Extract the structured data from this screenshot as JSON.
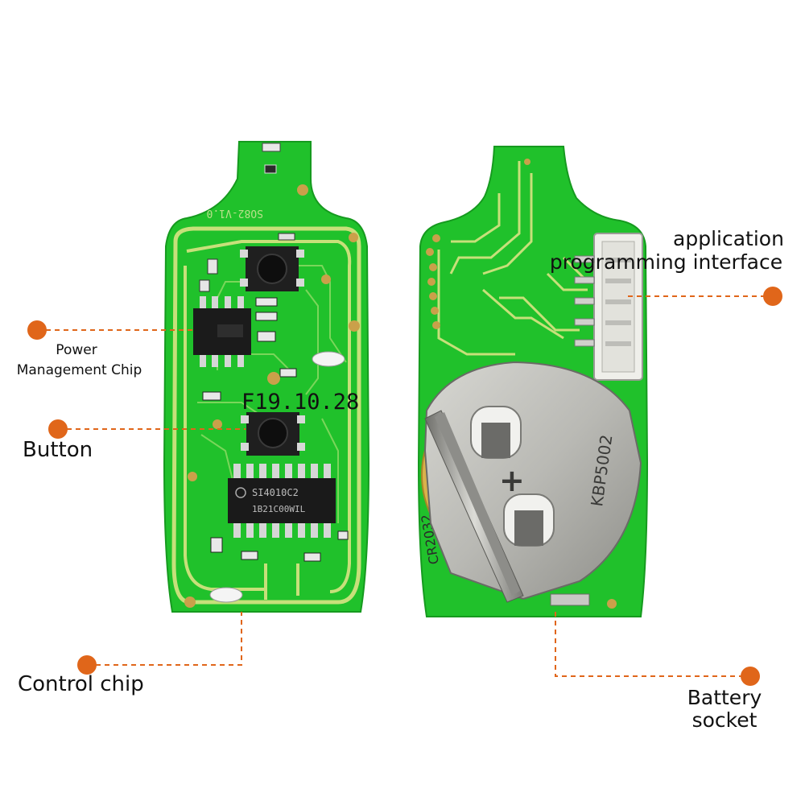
{
  "image": {
    "background": "#ffffff",
    "accent": "#e0661a",
    "board_color": "#1fc12a"
  },
  "pcb": {
    "front": {
      "date_code": "F19.10.28",
      "version": "SO82-V1.0",
      "control_chip_line1": "SI4010C2",
      "control_chip_line2": "1B21C00WIL"
    },
    "back": {
      "battery_text": "CR2032",
      "holder_text": "KBP5002"
    }
  },
  "labels": {
    "power_management_line1": "Power",
    "power_management_line2": "Management Chip",
    "button": "Button",
    "control_chip": "Control chip",
    "api_line1": "application",
    "api_line2": "programming interface",
    "battery_line1": "Battery",
    "battery_line2": "socket"
  },
  "icons": [
    "callout-dot-icon",
    "callout-dot-icon",
    "callout-dot-icon",
    "callout-dot-icon",
    "callout-dot-icon"
  ]
}
